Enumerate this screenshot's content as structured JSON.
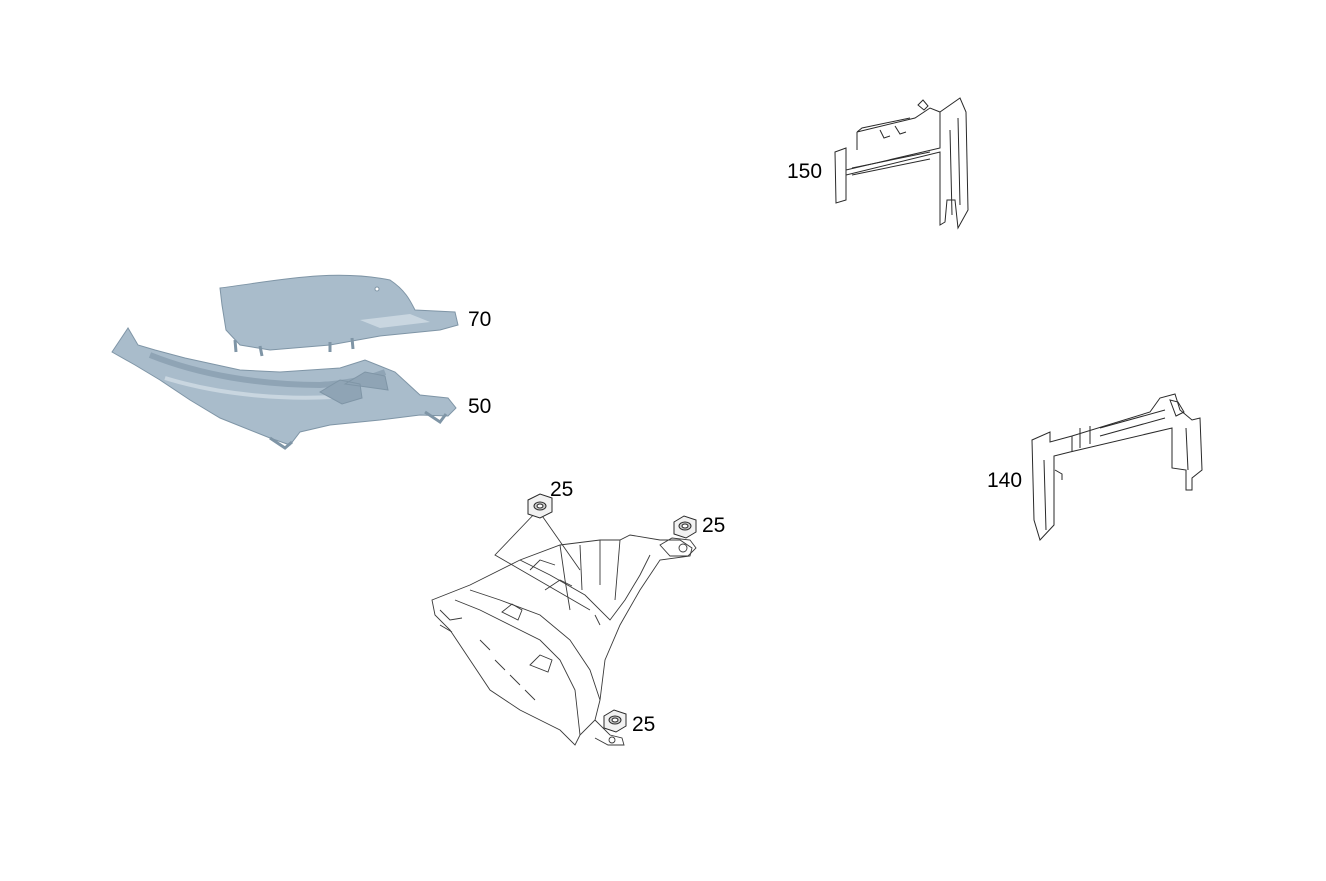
{
  "diagram": {
    "colors": {
      "part_fill": "#a9bccb",
      "part_shade": "#8fa4b5",
      "part_light": "#c9d6e0",
      "line": "#2a2a2a",
      "background": "#ffffff"
    },
    "callouts": {
      "part_70": "70",
      "part_50": "50",
      "part_150": "150",
      "part_140": "140",
      "nut_25_top": "25",
      "nut_25_right": "25",
      "nut_25_bottom": "25"
    }
  }
}
